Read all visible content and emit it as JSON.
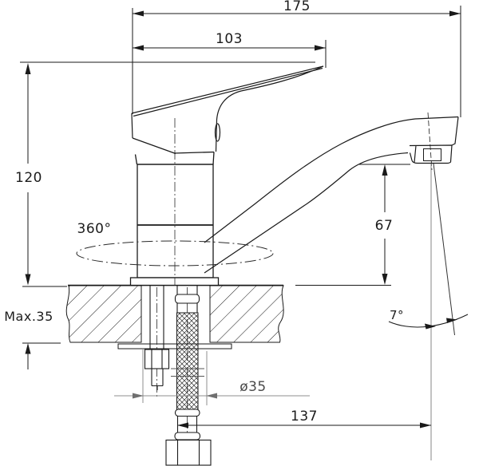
{
  "drawing": {
    "kind": "technical dimension drawing",
    "subject": "single-lever sink mixer faucet, side elevation with mounting section"
  },
  "dimensions": {
    "overall_length": {
      "label": "175"
    },
    "handle_length": {
      "label": "103"
    },
    "body_height": {
      "label": "120"
    },
    "max_counter_thickness": {
      "label": "Max.35"
    },
    "swivel_angle": {
      "label": "360°"
    },
    "spout_clearance_height": {
      "label": "67"
    },
    "spout_tilt_angle": {
      "label": "7°"
    },
    "mounting_hole_diameter": {
      "label": "ø35"
    },
    "spout_reach": {
      "label": "137"
    }
  },
  "colors": {
    "line": "#1a1a1a",
    "secondary_dim": "#8f8f8f",
    "text": "#1c1c1c"
  }
}
